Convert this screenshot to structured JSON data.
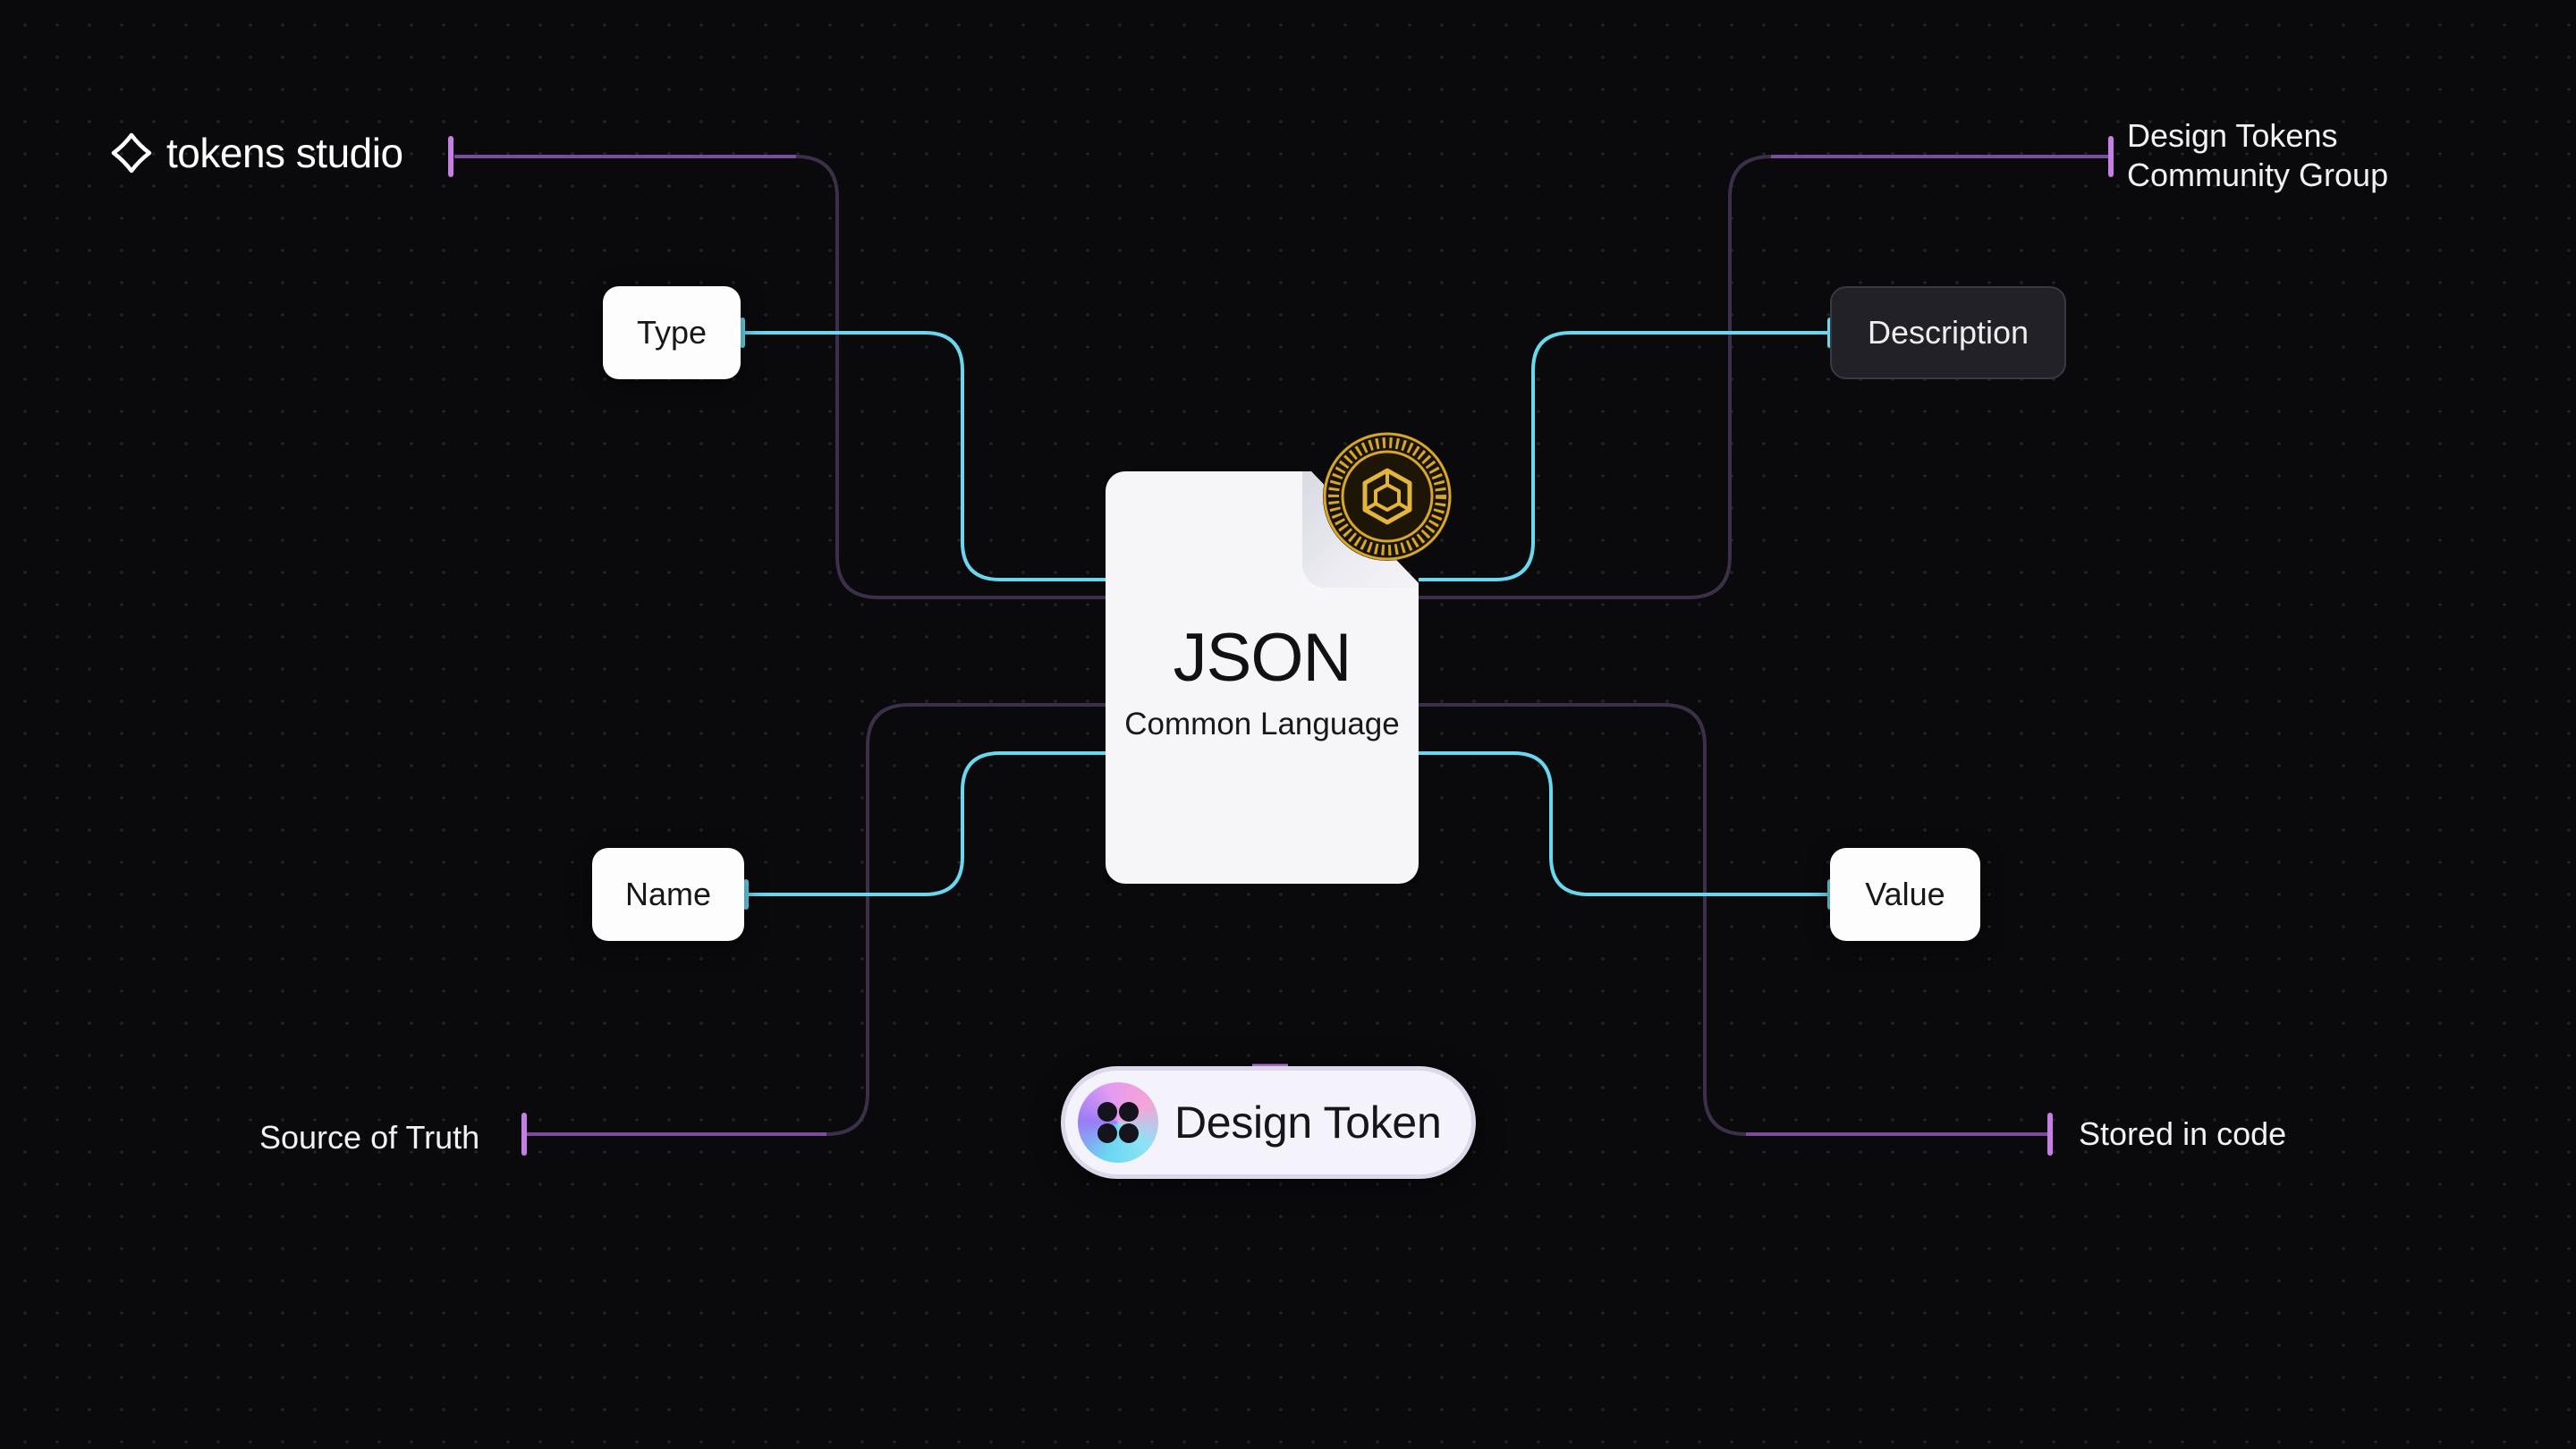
{
  "brand": {
    "name": "tokens studio",
    "icon": "tokens-studio-logo-icon"
  },
  "external_labels": {
    "top_right_line1": "Design Tokens",
    "top_right_line2": "Community Group",
    "bottom_left": "Source of Truth",
    "bottom_right": "Stored in code"
  },
  "nodes": {
    "type": "Type",
    "description": "Description",
    "name": "Name",
    "value": "Value"
  },
  "document": {
    "title": "JSON",
    "subtitle": "Common Language",
    "icon": "json-file-icon"
  },
  "badge": {
    "icon": "w3c-community-group-badge-icon"
  },
  "output": {
    "label": "Design Token",
    "icon": "design-token-icon"
  },
  "colors": {
    "background": "#0a0a0c",
    "cyan_connector": "#69d7ee",
    "purple_connector": "#c77ee6",
    "purple_dim": "#3a2d48",
    "gold": "#d8a727"
  }
}
